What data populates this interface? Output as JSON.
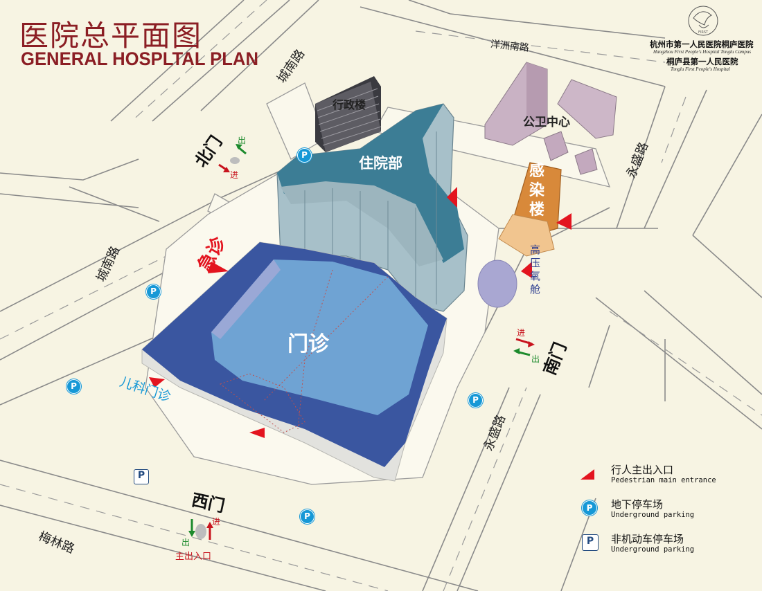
{
  "title": {
    "cn": "医院总平面图",
    "en": "GENERAL HOSPLTAL PLAN"
  },
  "hospital": {
    "name_1": "杭州市第一人民医院桐庐医院",
    "name_1_en": "Hangzhou First People's Hospital Tonglu Campus",
    "name_2": "桐庐县第一人民医院",
    "name_2_en": "Tonglu First People's Hospital",
    "logo_text": "FIRST"
  },
  "roads": {
    "chengnan_top": "城南路",
    "chengnan_left": "城南路",
    "yangzhou_south": "洋洲南路",
    "yongsheng_top": "永盛路",
    "yongsheng_bottom": "永盛路",
    "meilin": "梅林路"
  },
  "gates": {
    "north": "北门",
    "south": "南门",
    "west": "西门"
  },
  "buildings": {
    "admin": "行政楼",
    "inpatient": "住院部",
    "public_health": "公卫中心",
    "infection": "感染楼",
    "hyperbaric": "高压氧舱",
    "outpatient": "门诊",
    "emergency": "急诊",
    "pediatric": "儿科门诊"
  },
  "flow": {
    "north_out": "出",
    "north_in": "进",
    "south_in": "进",
    "south_out": "出",
    "west_out": "出",
    "west_in": "进",
    "west_main": "主出入口"
  },
  "parking_symbol": "P",
  "legend": [
    {
      "icon": "red-triangle-icon",
      "cn": "行人主出入口",
      "en": "Pedestrian main entrance"
    },
    {
      "icon": "underground-parking-icon",
      "cn": "地下停车场",
      "en": "Underground parking"
    },
    {
      "icon": "bicycle-parking-icon",
      "cn": "非机动车停车场",
      "en": "Underground parking"
    }
  ],
  "colors": {
    "background": "#f7f4e3",
    "title": "#8b1e24",
    "outpatient_roof": "#6fa3d3",
    "outpatient_rim": "#3a56a0",
    "inpatient_top": "#2e6b86",
    "inpatient_glass": "#a7c0c9",
    "infection": "#d8893a",
    "entrance_marker": "#e3141f",
    "parking": "#1698d6"
  }
}
